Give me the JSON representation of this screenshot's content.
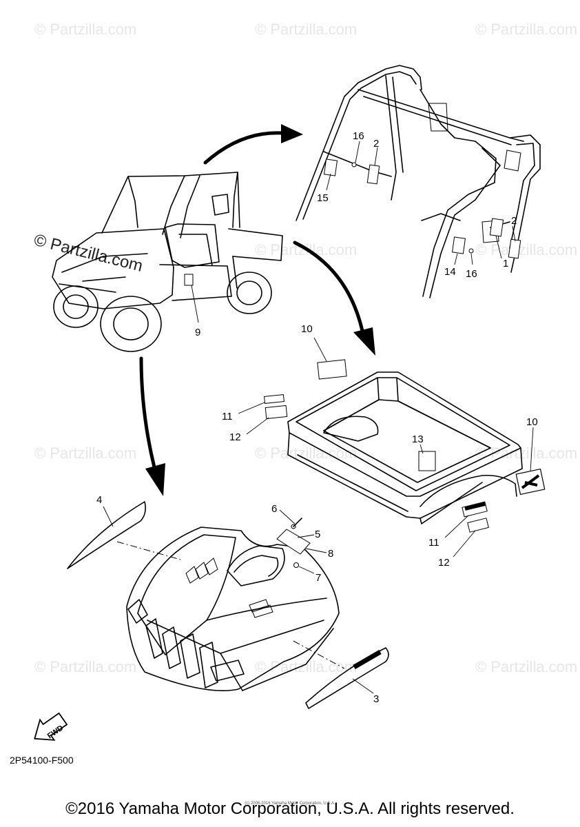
{
  "watermark": {
    "text": "© Partzilla.com",
    "emphasized_text": "© Partzilla.com"
  },
  "callouts": {
    "roll_cage": {
      "c1": "1",
      "c2a": "2",
      "c2b": "2",
      "c14": "14",
      "c15": "15",
      "c16a": "16",
      "c16b": "16"
    },
    "vehicle": {
      "c9": "9"
    },
    "cargo_bed": {
      "c10a": "10",
      "c10b": "10",
      "c11a": "11",
      "c11b": "11",
      "c12a": "12",
      "c12b": "12",
      "c13": "13"
    },
    "hood": {
      "c3": "3",
      "c4": "4",
      "c5": "5",
      "c6": "6",
      "c7": "7",
      "c8": "8"
    }
  },
  "fwd_label": "FWD",
  "diagram_code": "2P54100-F500",
  "fine_print": "(c) 2006-2016 Yamaha Motor Corporation, U.S.A.",
  "copyright": "©2016 Yamaha Motor Corporation, U.S.A. All rights reserved."
}
